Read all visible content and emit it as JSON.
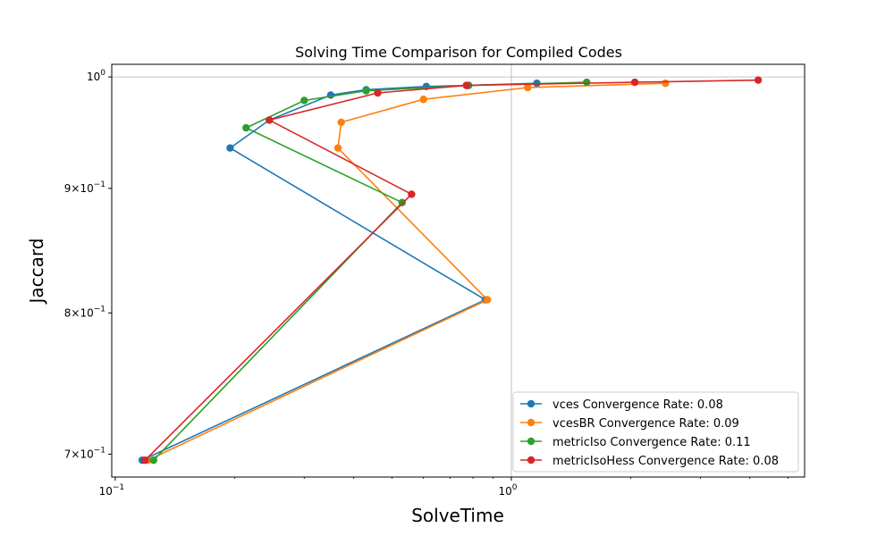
{
  "chart_data": {
    "type": "line",
    "title": "Solving Time Comparison for Compiled Codes",
    "xlabel": "SolveTime",
    "ylabel": "Jaccard",
    "xscale": "log",
    "yscale": "log",
    "xlim": [
      0.098,
      5.5
    ],
    "ylim": [
      0.685,
      1.012
    ],
    "grid": true,
    "legend_position": "lower-right",
    "x_ticks": [
      {
        "value": 0.1,
        "base": "10",
        "exp": "−1"
      },
      {
        "value": 1,
        "base": "10",
        "exp": "0"
      }
    ],
    "y_ticks": [
      {
        "value": 1.0,
        "label": "10",
        "sup": "0"
      },
      {
        "value": 0.9,
        "label": "9×10",
        "sup": "−1"
      },
      {
        "value": 0.8,
        "label": "8×10",
        "sup": "−1"
      },
      {
        "value": 0.7,
        "label": "7×10",
        "sup": "−1"
      }
    ],
    "grid_lines": {
      "x": [
        1
      ],
      "y": [
        1.0
      ]
    },
    "series": [
      {
        "name": "vces Convergence Rate: 0.08",
        "color": "#1f77b4",
        "x": [
          0.117,
          0.86,
          0.195,
          0.245,
          0.35,
          0.43,
          0.61,
          0.78,
          1.16
        ],
        "y": [
          0.696,
          0.81,
          0.935,
          0.96,
          0.983,
          0.988,
          0.991,
          0.992,
          0.994
        ]
      },
      {
        "name": "vcesBR Convergence Rate: 0.09",
        "color": "#ff7f0e",
        "x": [
          0.121,
          0.87,
          0.365,
          0.372,
          0.6,
          1.1,
          2.45
        ],
        "y": [
          0.696,
          0.81,
          0.935,
          0.958,
          0.979,
          0.99,
          0.994
        ]
      },
      {
        "name": "metricIso Convergence Rate: 0.11",
        "color": "#2ca02c",
        "x": [
          0.125,
          0.53,
          0.214,
          0.3,
          0.43,
          0.78,
          1.55
        ],
        "y": [
          0.696,
          0.888,
          0.953,
          0.978,
          0.987,
          0.992,
          0.995
        ]
      },
      {
        "name": "metricIsoHess Convergence Rate: 0.08",
        "color": "#d62728",
        "x": [
          0.119,
          0.56,
          0.245,
          0.46,
          0.77,
          2.05,
          4.2
        ],
        "y": [
          0.696,
          0.895,
          0.96,
          0.985,
          0.992,
          0.995,
          0.997
        ]
      }
    ]
  }
}
